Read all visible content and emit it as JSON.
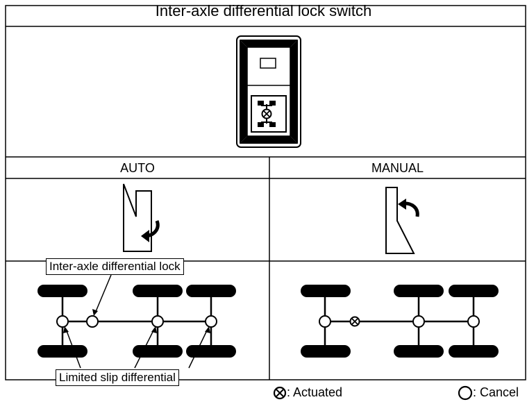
{
  "title": "Inter-axle differential lock switch",
  "modes": {
    "auto_label": "AUTO",
    "manual_label": "MANUAL"
  },
  "callouts": {
    "lock_label": "Inter-axle differential lock",
    "lsd_label": "Limited slip differential"
  },
  "legend": {
    "actuated_label": ": Actuated",
    "cancel_label": ": Cancel"
  }
}
